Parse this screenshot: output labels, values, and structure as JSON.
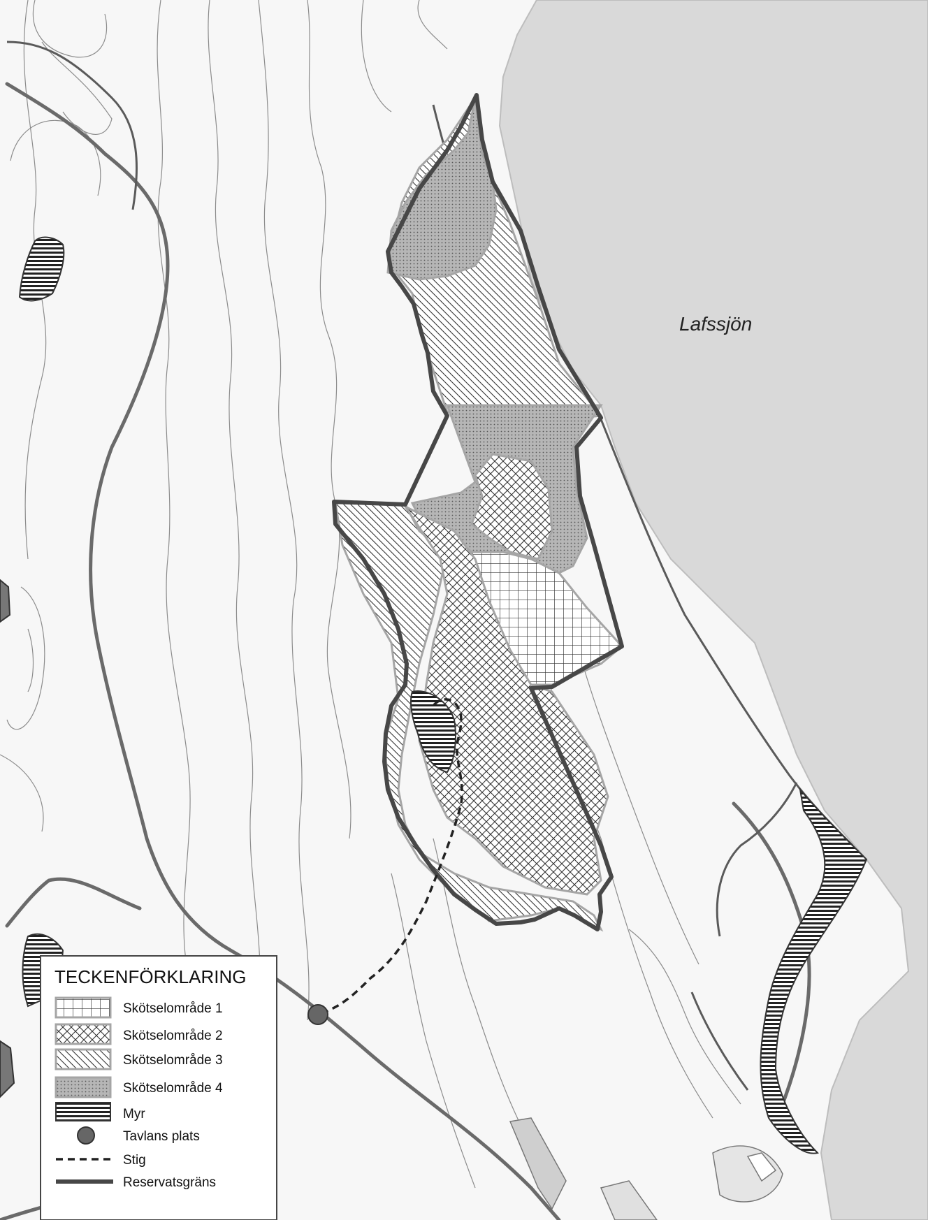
{
  "map": {
    "lake_name": "Lafssjön",
    "colors": {
      "water": "#d8d8d8",
      "land": "#f7f7f7",
      "boundary": "#4a4a4a",
      "contour": "#9a9a9a",
      "road": "#6e6e6e",
      "zone_border": "#a9a9a9",
      "stipple_bg": "#b8b8b8"
    }
  },
  "legend": {
    "title": "TECKENFÖRKLARING",
    "items": [
      {
        "label": "Skötselområde 1",
        "symbol": "grid-hatch"
      },
      {
        "label": "Skötselområde 2",
        "symbol": "crosshatch"
      },
      {
        "label": "Skötselområde 3",
        "symbol": "diagonal-hatch"
      },
      {
        "label": "Skötselområde 4",
        "symbol": "stipple"
      },
      {
        "label": "Myr",
        "symbol": "horizontal-hatch"
      },
      {
        "label": "Tavlans plats",
        "symbol": "filled-circle"
      },
      {
        "label": "Stig",
        "symbol": "dashed-line"
      },
      {
        "label": "Reservatsgräns",
        "symbol": "thick-line"
      }
    ]
  }
}
